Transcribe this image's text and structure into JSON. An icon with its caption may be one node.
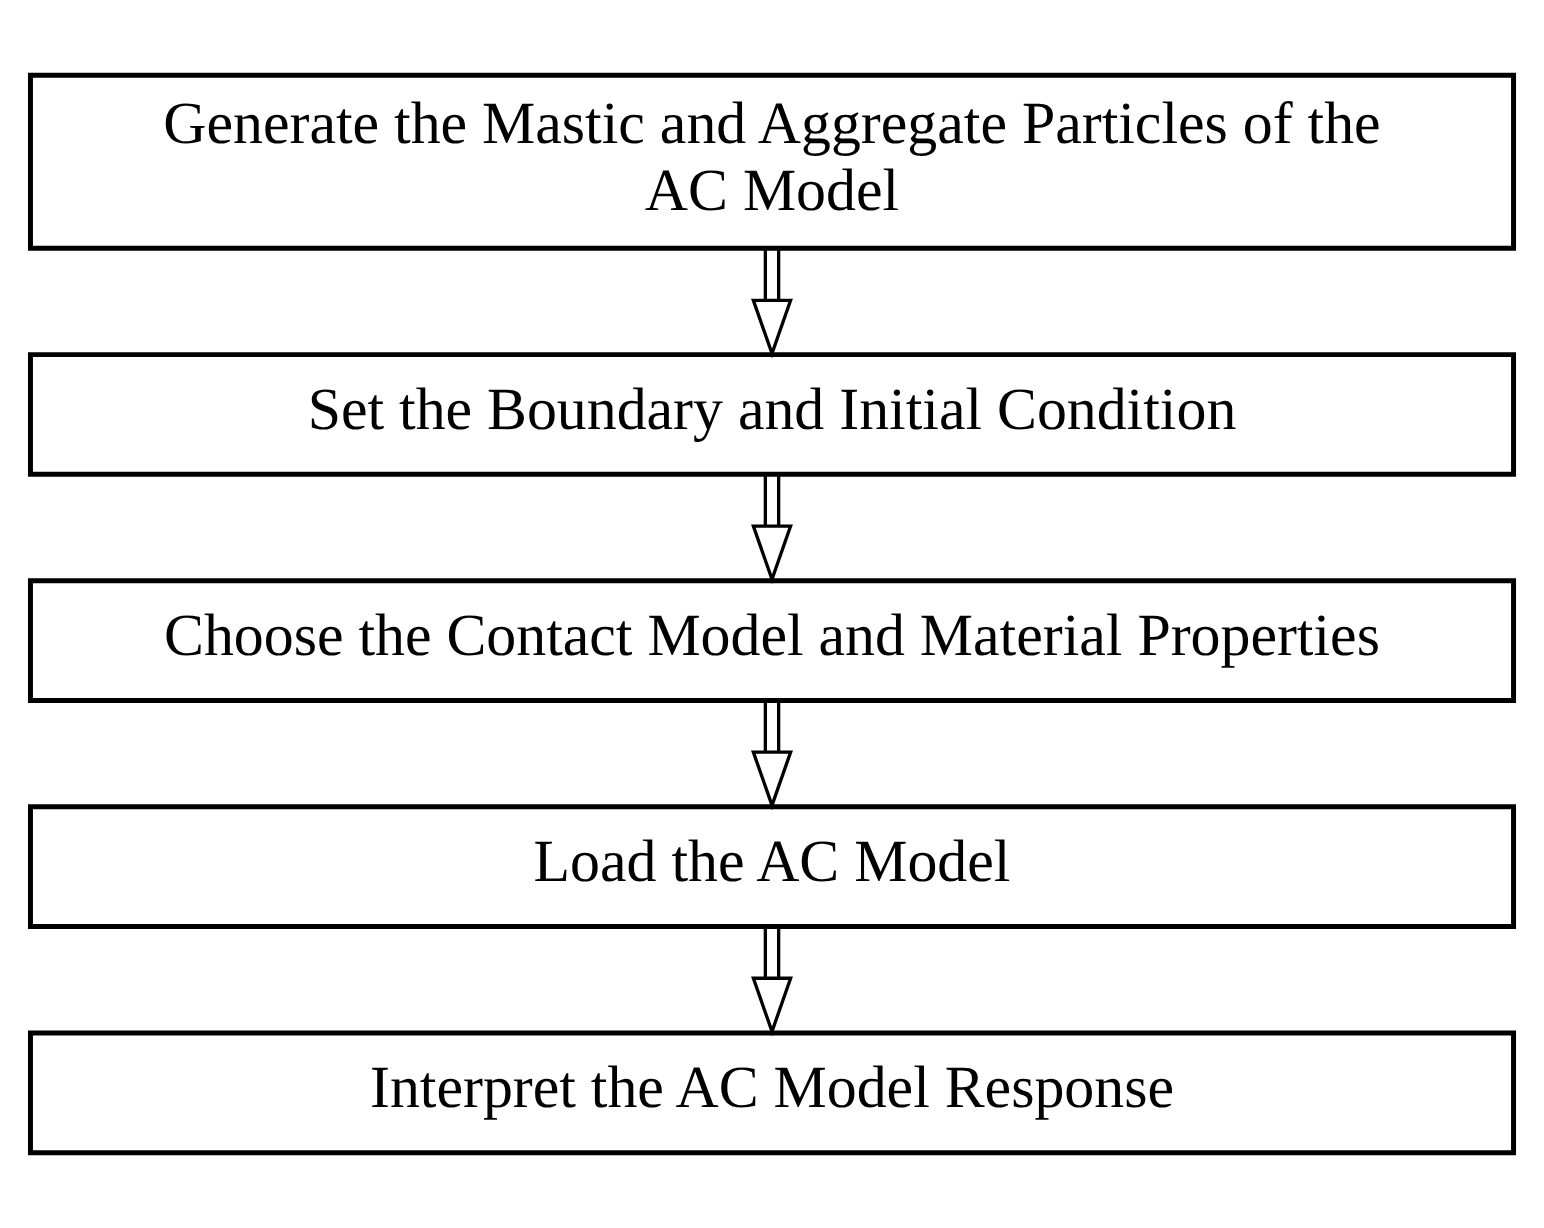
{
  "diagram": {
    "nodes": [
      {
        "text": [
          "Generate the Mastic and Aggregate Particles of the AC Model"
        ]
      },
      {
        "text": [
          "Set the Boundary and Initial Condition"
        ]
      },
      {
        "text": [
          "Choose the Contact Model and Material Properties"
        ]
      },
      {
        "text": [
          "Load the AC Model"
        ]
      },
      {
        "text": [
          "Interpret the AC Model Response"
        ]
      }
    ],
    "edges": [
      {
        "from": 0,
        "to": 1,
        "arrow": "to"
      },
      {
        "from": 1,
        "to": 2,
        "arrow": "to"
      },
      {
        "from": 2,
        "to": 3,
        "arrow": "to"
      },
      {
        "from": 3,
        "to": 4,
        "arrow": "to"
      }
    ]
  }
}
